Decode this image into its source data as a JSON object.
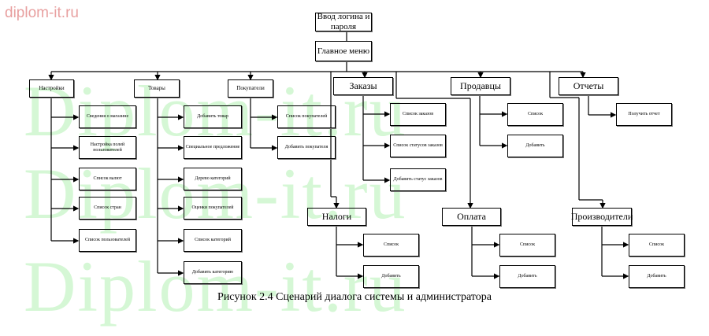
{
  "watermark": {
    "site_label": "diplom-it.ru",
    "big_text": "Diplom-it.ru",
    "site_color": "#e8a0a0",
    "big_color": "#c8f5c8"
  },
  "diagram": {
    "root": "Ввод логина и пароля",
    "main_menu": "Главное меню",
    "branches": [
      {
        "label": "Настройки",
        "children": [
          "Сведения о магазине",
          "Настройка полей пользователей",
          "Список валют",
          "Список стран",
          "Список пользователей"
        ]
      },
      {
        "label": "Товары",
        "children": [
          "Добавить товар",
          "Специальное предложение",
          "Дерево категорий",
          "Оценки покупателей",
          "Список категорий",
          "Добавить категорию"
        ]
      },
      {
        "label": "Покупатели",
        "children": [
          "Список покупателей",
          "Добавить покупателя"
        ]
      },
      {
        "label": "Заказы",
        "children": [
          "Список заказов",
          "Список статусов заказов",
          "Добавить статус заказов"
        ]
      },
      {
        "label": "Продавцы",
        "children": [
          "Список",
          "Добавить"
        ]
      },
      {
        "label": "Отчеты",
        "children": [
          "Получить отчет"
        ]
      },
      {
        "label": "Налоги",
        "children": [
          "Список",
          "Добавить"
        ]
      },
      {
        "label": "Оплата",
        "children": [
          "Список",
          "Добавить"
        ]
      },
      {
        "label": "Производители",
        "children": [
          "Список",
          "Добавить"
        ]
      }
    ]
  },
  "caption": "Рисунок 2.4 Сценарий диалога системы и администратора"
}
